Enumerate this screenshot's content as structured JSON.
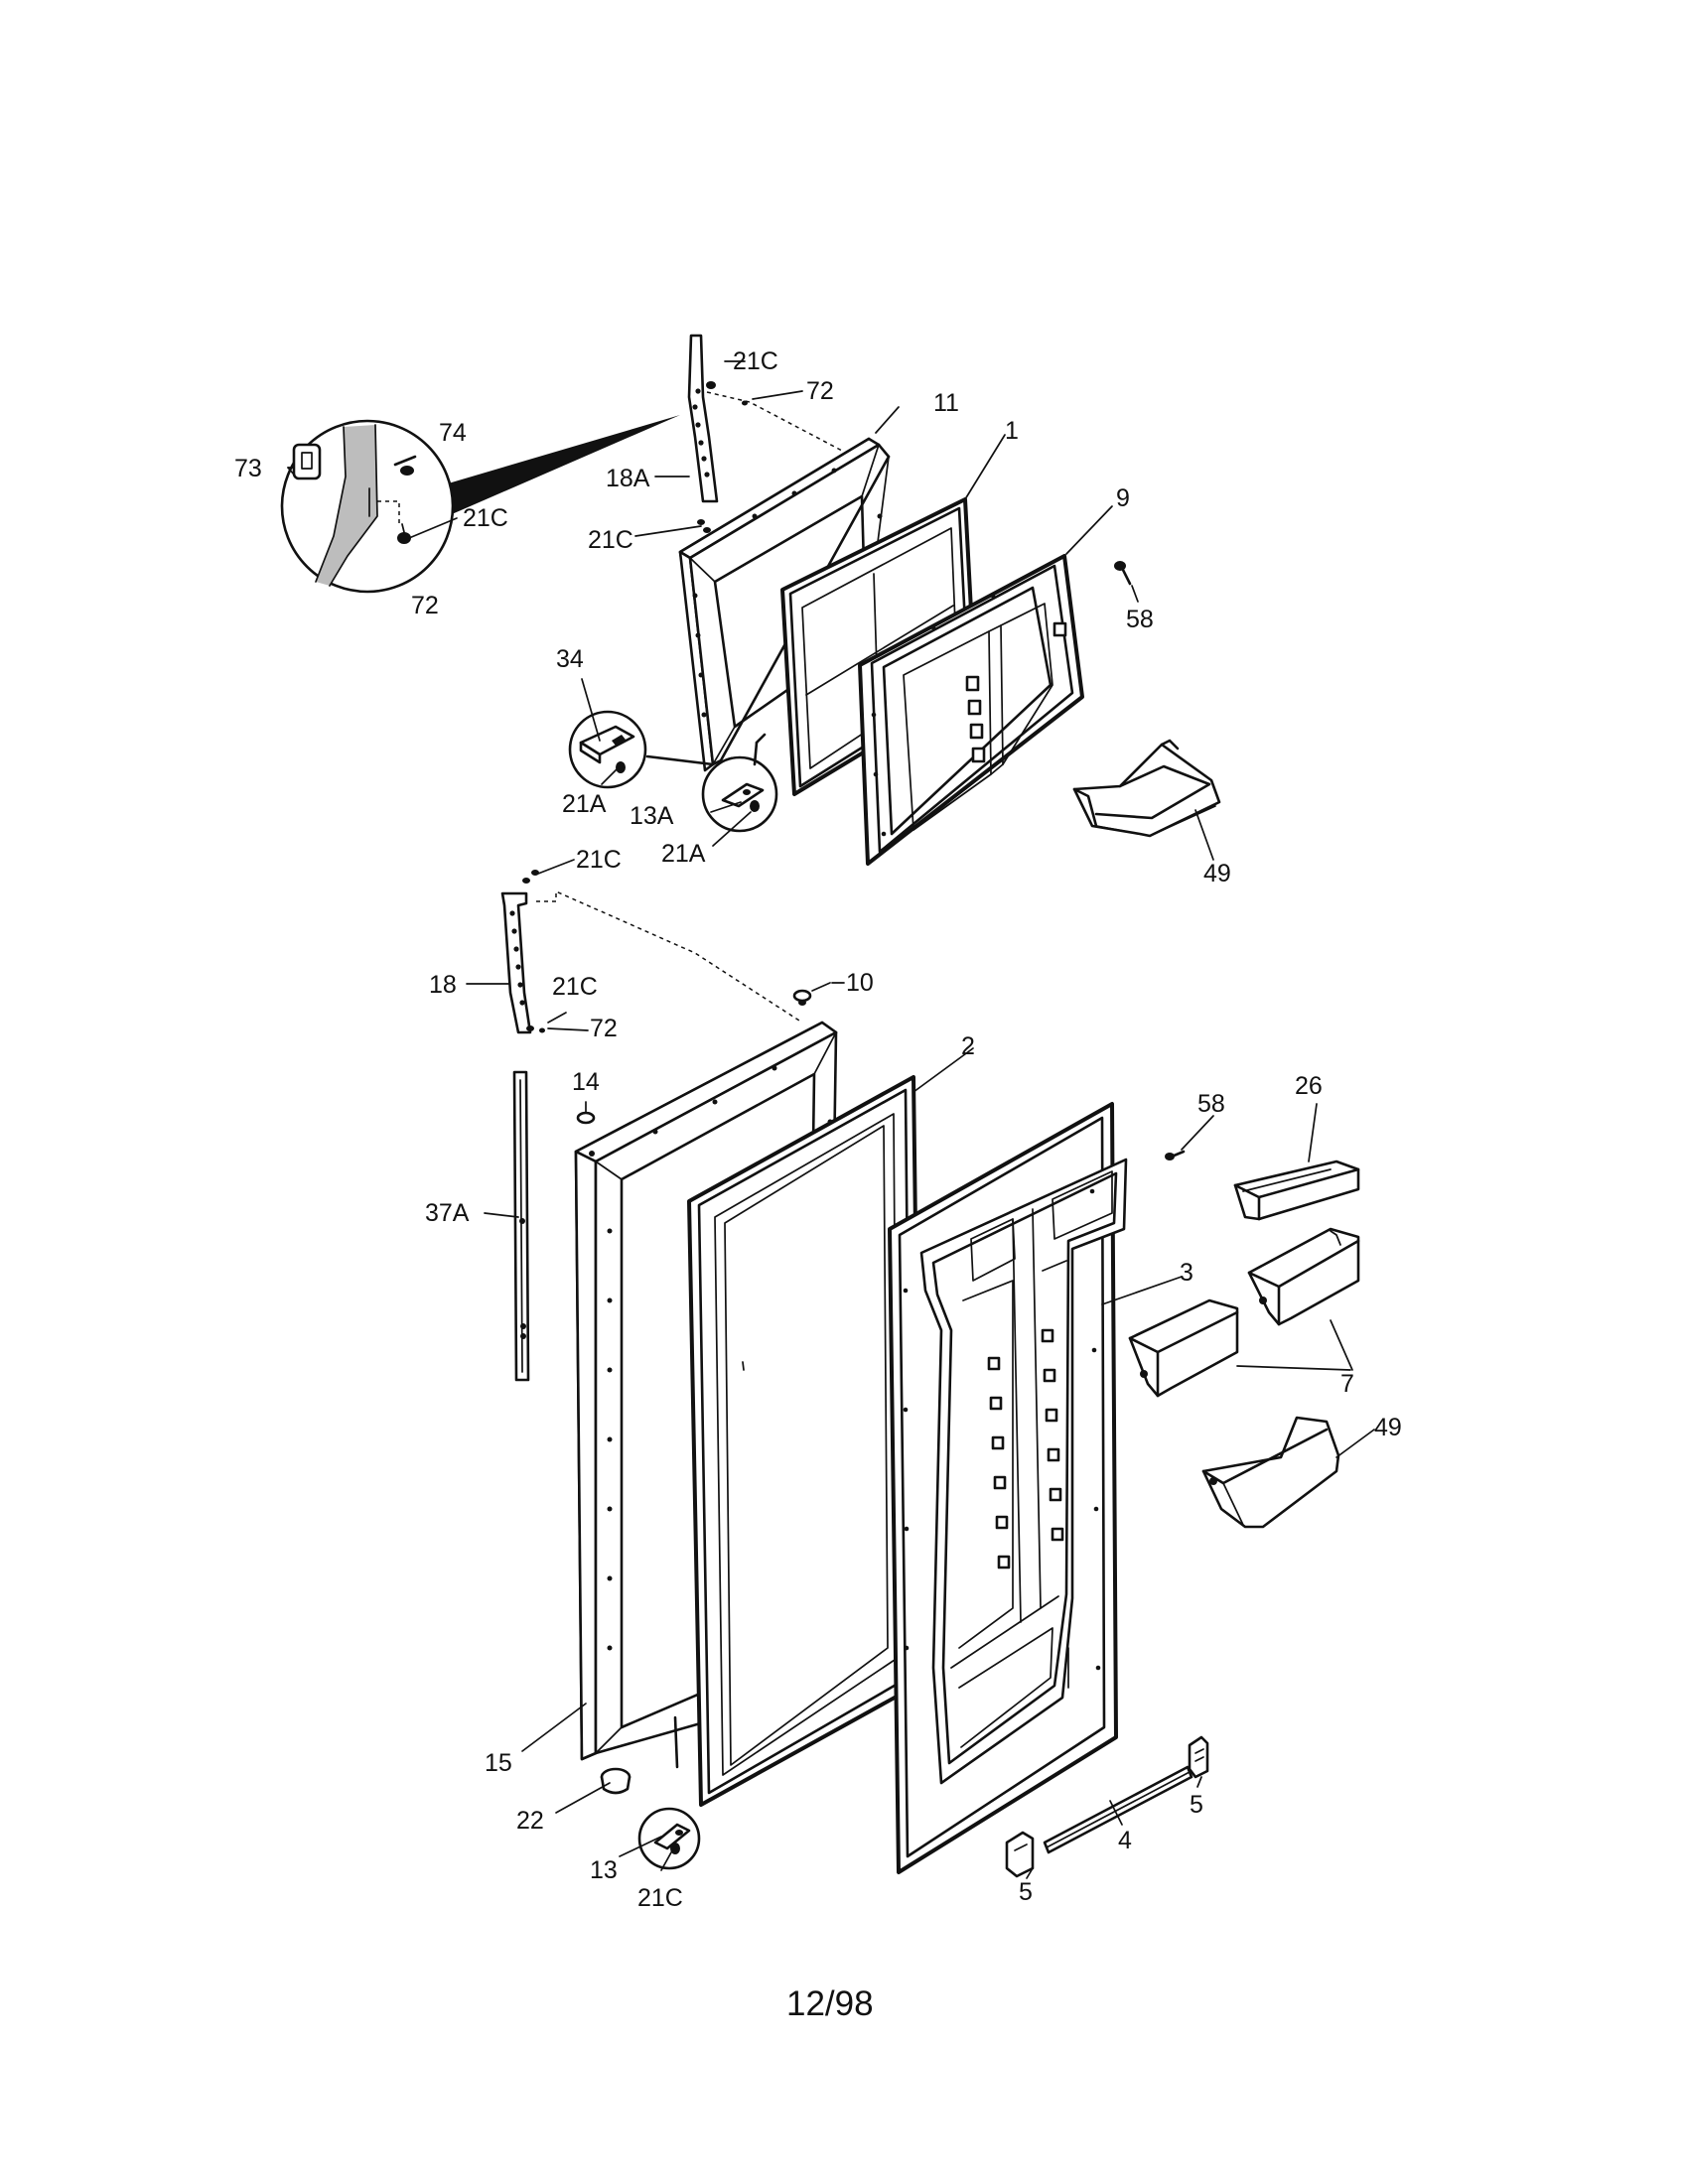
{
  "diagram": {
    "callouts": [
      {
        "id": "c-21C-top",
        "text": "21C"
      },
      {
        "id": "c-72-top",
        "text": "72"
      },
      {
        "id": "c-74",
        "text": "74"
      },
      {
        "id": "c-73",
        "text": "73"
      },
      {
        "id": "c-18A",
        "text": "18A"
      },
      {
        "id": "c-21C-inset",
        "text": "21C"
      },
      {
        "id": "c-72-inset",
        "text": "72"
      },
      {
        "id": "c-21C-hinge",
        "text": "21C"
      },
      {
        "id": "c-11",
        "text": "11"
      },
      {
        "id": "c-1",
        "text": "1"
      },
      {
        "id": "c-9",
        "text": "9"
      },
      {
        "id": "c-58-top",
        "text": "58"
      },
      {
        "id": "c-34",
        "text": "34"
      },
      {
        "id": "c-21A-left",
        "text": "21A"
      },
      {
        "id": "c-13A",
        "text": "13A"
      },
      {
        "id": "c-21A-right",
        "text": "21A"
      },
      {
        "id": "c-49-top",
        "text": "49"
      },
      {
        "id": "c-21C-mid",
        "text": "21C"
      },
      {
        "id": "c-18",
        "text": "18"
      },
      {
        "id": "c-21C-18",
        "text": "21C"
      },
      {
        "id": "c-72-mid",
        "text": "72"
      },
      {
        "id": "c-10",
        "text": "10"
      },
      {
        "id": "c-2",
        "text": "2"
      },
      {
        "id": "c-14",
        "text": "14"
      },
      {
        "id": "c-58-mid",
        "text": "58"
      },
      {
        "id": "c-26",
        "text": "26"
      },
      {
        "id": "c-37A",
        "text": "37A"
      },
      {
        "id": "c-3",
        "text": "3"
      },
      {
        "id": "c-7",
        "text": "7"
      },
      {
        "id": "c-49-bottom",
        "text": "49"
      },
      {
        "id": "c-15",
        "text": "15"
      },
      {
        "id": "c-22",
        "text": "22"
      },
      {
        "id": "c-5-right",
        "text": "5"
      },
      {
        "id": "c-4",
        "text": "4"
      },
      {
        "id": "c-5-left",
        "text": "5"
      },
      {
        "id": "c-13",
        "text": "13"
      },
      {
        "id": "c-21C-bottom",
        "text": "21C"
      }
    ],
    "footer": "12/98"
  }
}
